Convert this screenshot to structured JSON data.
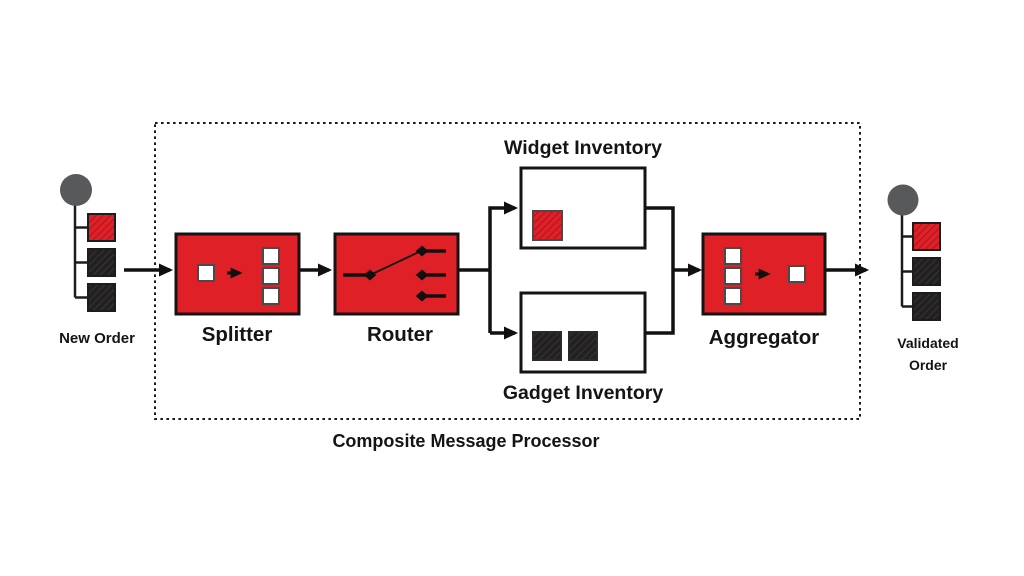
{
  "diagram": {
    "title": "Composite Message Processor",
    "input": {
      "label": "New Order"
    },
    "output": {
      "label": "Validated Order",
      "label_line1": "Validated",
      "label_line2": "Order"
    },
    "nodes": {
      "splitter": {
        "label": "Splitter"
      },
      "router": {
        "label": "Router"
      },
      "widget_inventory": {
        "label": "Widget Inventory"
      },
      "gadget_inventory": {
        "label": "Gadget Inventory"
      },
      "aggregator": {
        "label": "Aggregator"
      }
    },
    "icons": {
      "input": "order-message-icon (circle with one red + two black hatched message squares)",
      "output": "order-message-icon (circle with one red + two black hatched message squares)",
      "splitter": "splitter-icon (one square splitting into three)",
      "router": "router-icon (switch line with diamond contacts)",
      "aggregator": "aggregator-icon (three squares merging into one)"
    },
    "colors": {
      "red": "#df2127",
      "red_hatch": "#9a121a",
      "black": "#1c1c1c",
      "dark_fill": "#232021",
      "dark_hatch": "#413d3e",
      "gray": "#58595b",
      "white": "#ffffff"
    }
  }
}
